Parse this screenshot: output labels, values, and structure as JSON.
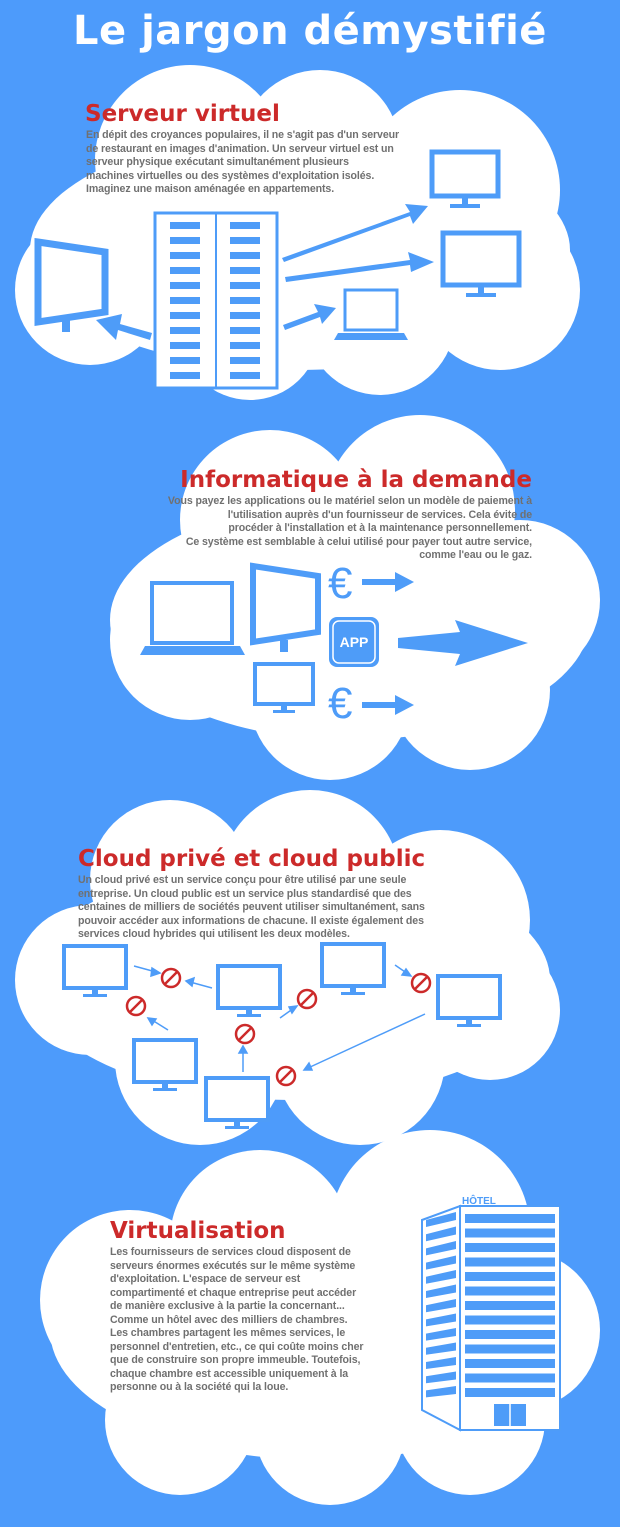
{
  "title": "Le jargon démystifié",
  "sections": [
    {
      "heading": "Serveur virtuel",
      "lines": [
        "En dépit des croyances populaires, il ne s'agit pas d'un serveur",
        "de restaurant en images d'animation. Un serveur virtuel est un",
        "serveur physique exécutant simultanément plusieurs",
        "machines virtuelles ou des systèmes d'exploitation isolés.",
        "Imaginez une maison aménagée en appartements."
      ]
    },
    {
      "heading": "Informatique à la demande",
      "lines": [
        "Vous payez les applications ou le matériel selon un modèle de paiement à",
        "l'utilisation auprès d'un fournisseur de services. Cela évite de",
        "procéder à l'installation et à la maintenance personnellement.",
        "Ce système est semblable à celui utilisé pour payer tout autre service,",
        "comme l'eau ou le gaz."
      ],
      "app_label": "APP",
      "currency_symbol": "€"
    },
    {
      "heading": "Cloud privé et cloud public",
      "lines": [
        "Un cloud privé est un service conçu pour être utilisé par une seule",
        "entreprise. Un cloud public est un service plus standardisé que des",
        "centaines de milliers de sociétés peuvent utiliser simultanément, sans",
        "pouvoir accéder aux informations de chacune. Il existe également des",
        "services cloud hybrides qui utilisent les deux modèles."
      ]
    },
    {
      "heading": "Virtualisation",
      "lines": [
        "Les fournisseurs de services cloud disposent de",
        "serveurs énormes exécutés sur le même système",
        "d'exploitation. L'espace de serveur est",
        "compartimenté et chaque entreprise peut accéder",
        "de manière exclusive à la partie la concernant...",
        "Comme un hôtel avec des milliers de chambres.",
        "Les chambres partagent les mêmes services, le",
        "personnel d'entretien, etc., ce qui coûte moins cher",
        "que de construire son propre immeuble. Toutefois,",
        "chaque chambre est accessible uniquement à la",
        "personne ou à la société qui la loue."
      ],
      "hotel_sign": "HÔTEL"
    }
  ],
  "colors": {
    "background": "#4d9bfb",
    "heading": "#cc2a2a",
    "body_text": "#707070",
    "icon": "#4e9cf8",
    "block": "#cc2a2a"
  }
}
